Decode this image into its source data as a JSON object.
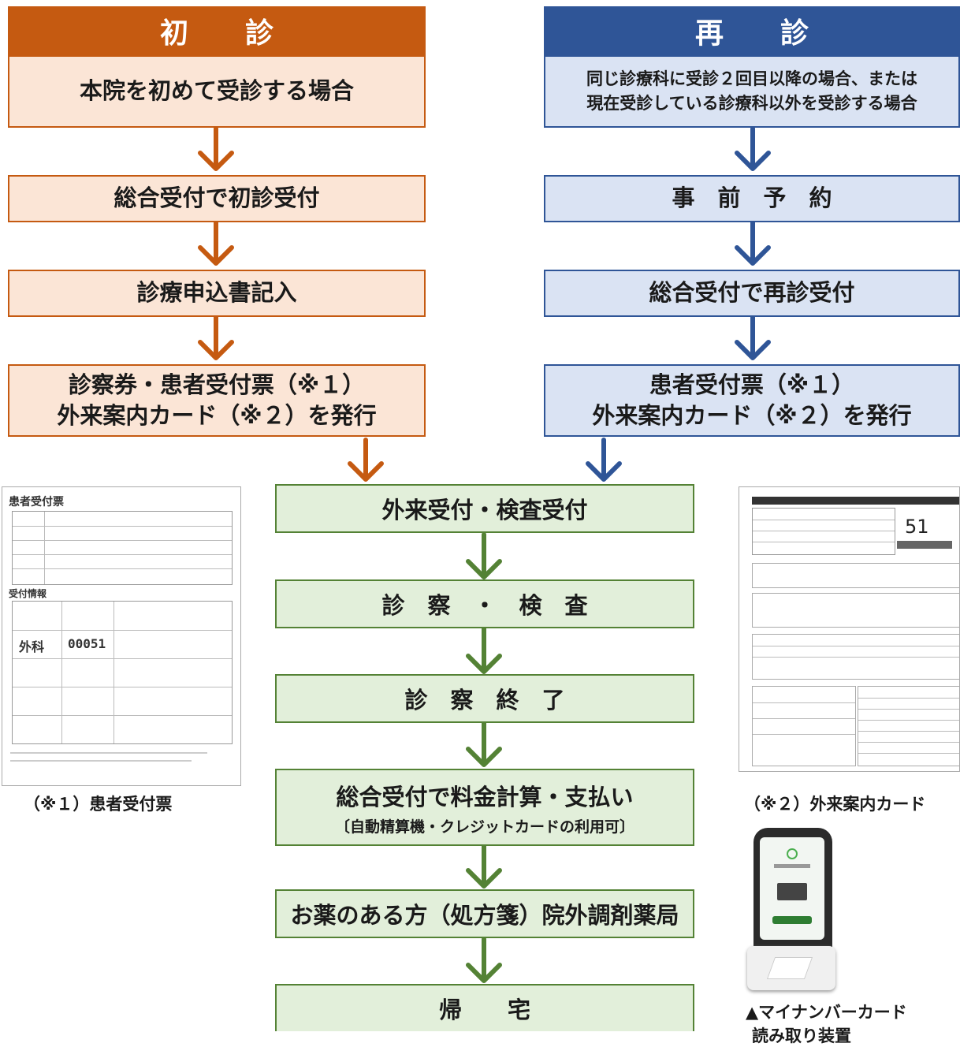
{
  "first": {
    "header": "初　　診",
    "steps": [
      "本院を初めて受診する場合",
      "総合受付で初診受付",
      "診療申込書記入",
      "診察券・患者受付票（※１）",
      "外来案内カード（※２）を発行"
    ]
  },
  "revisit": {
    "header": "再　　診",
    "steps": [
      "同じ診療科に受診２回目以降の場合、または",
      "現在受診している診療科以外を受診する場合",
      "事　前　予　約",
      "総合受付で再診受付",
      "患者受付票（※１）",
      "外来案内カード（※２）を発行"
    ]
  },
  "common": {
    "steps": [
      "外来受付・検査受付",
      "診　察　・　検　査",
      "診　察　終　了",
      "総合受付で料金計算・支払い",
      "〔自動精算機・クレジットカードの利用可〕",
      "お薬のある方（処方箋）院外調剤薬局",
      "帰　　宅"
    ]
  },
  "captions": {
    "note1": "（※１）患者受付票",
    "note2": "（※２）外来案内カード",
    "reader_line1": "▲マイナンバーカード",
    "reader_line2": "読み取り装置"
  },
  "images": {
    "slip_title": "患者受付票",
    "slip_subtitle": "受付情報",
    "slip_dept": "外科",
    "slip_number": "00051",
    "card_number": "51"
  },
  "colors": {
    "orange": "#c55a11",
    "blue": "#2f5597",
    "green": "#548235"
  }
}
